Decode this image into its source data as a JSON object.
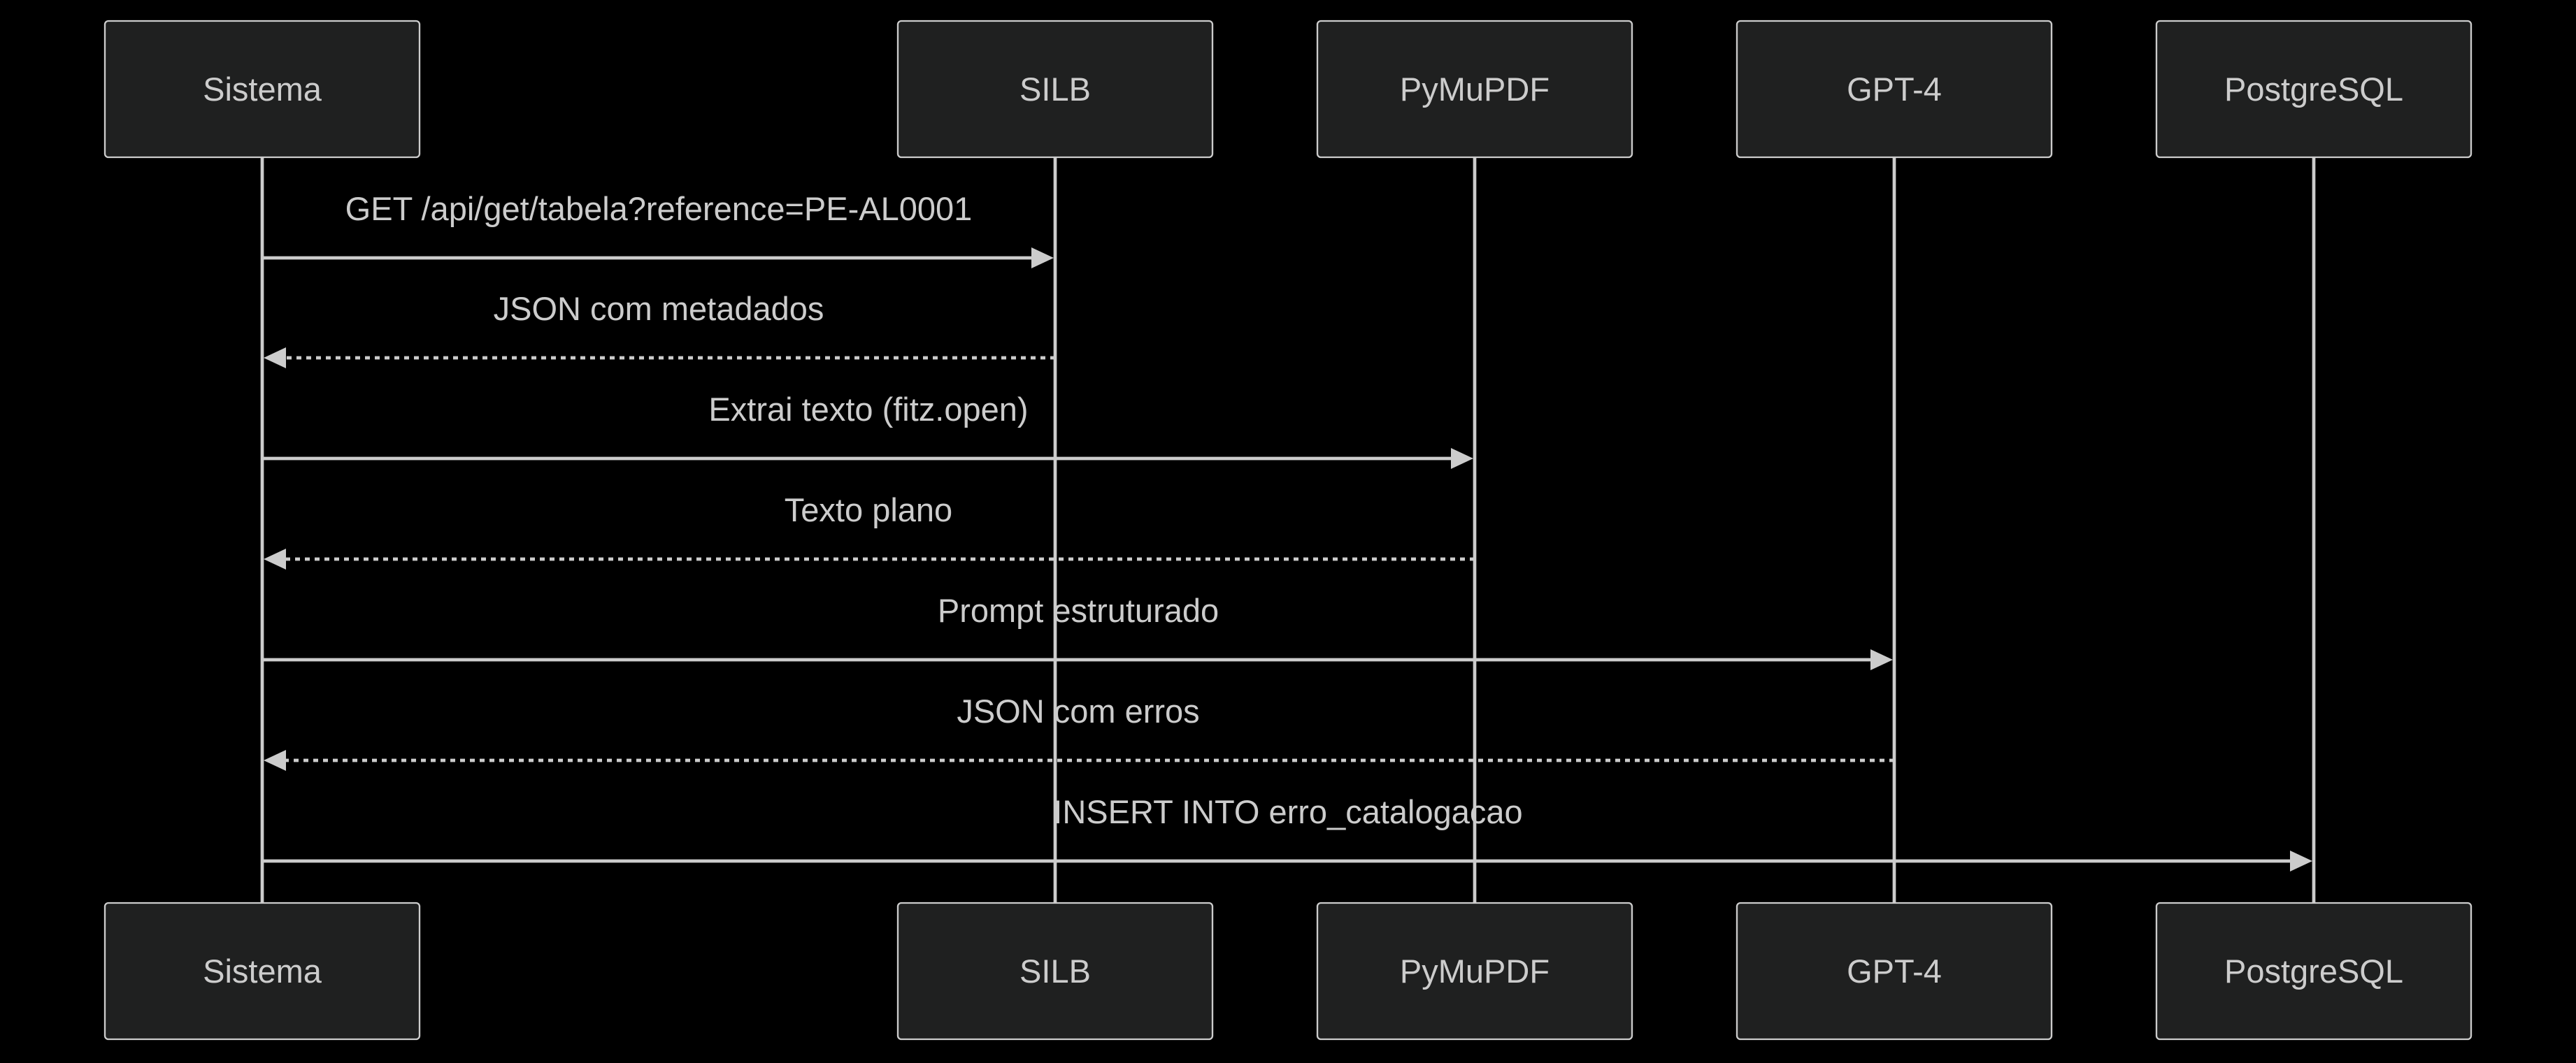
{
  "colors": {
    "background": "#000000",
    "actor_fill": "#1f2020",
    "actor_stroke": "#cccccc",
    "line": "#cccccc",
    "text": "#cccccc"
  },
  "actors": [
    {
      "id": "sistema",
      "label": "Sistema"
    },
    {
      "id": "silb",
      "label": "SILB"
    },
    {
      "id": "pymupdf",
      "label": "PyMuPDF"
    },
    {
      "id": "gpt4",
      "label": "GPT-4"
    },
    {
      "id": "postgresql",
      "label": "PostgreSQL"
    }
  ],
  "messages": [
    {
      "from": "sistema",
      "to": "silb",
      "label": "GET /api/get/tabela?reference=PE-AL0001",
      "style": "solid"
    },
    {
      "from": "silb",
      "to": "sistema",
      "label": "JSON com metadados",
      "style": "dashed"
    },
    {
      "from": "sistema",
      "to": "pymupdf",
      "label": "Extrai texto (fitz.open)",
      "style": "solid"
    },
    {
      "from": "pymupdf",
      "to": "sistema",
      "label": "Texto plano",
      "style": "dashed"
    },
    {
      "from": "sistema",
      "to": "gpt4",
      "label": "Prompt estruturado",
      "style": "solid"
    },
    {
      "from": "gpt4",
      "to": "sistema",
      "label": "JSON com erros",
      "style": "dashed"
    },
    {
      "from": "sistema",
      "to": "postgresql",
      "label": "INSERT INTO erro_catalogacao",
      "style": "solid"
    }
  ]
}
